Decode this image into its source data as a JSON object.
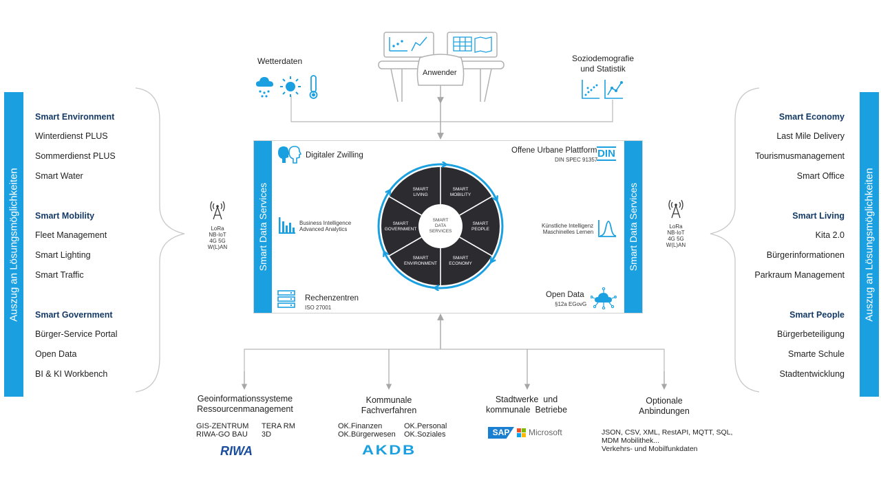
{
  "top": {
    "user_label": "Anwender",
    "weather_label": "Wetterdaten",
    "socio_label": "Soziodemografie\nund Statistik"
  },
  "left_panel": {
    "vertical_label": "Auszug an Lösungsmöglichkeiten",
    "groups": [
      {
        "title": "Smart Environment",
        "items": [
          "Winterdienst PLUS",
          "Sommerdienst PLUS",
          "Smart Water"
        ]
      },
      {
        "title": "Smart Mobility",
        "items": [
          "Fleet Management",
          "Smart Lighting",
          "Smart Traffic"
        ]
      },
      {
        "title": "Smart Government",
        "items": [
          "Bürger-Service Portal",
          "Open Data",
          "BI & KI Workbench"
        ]
      }
    ]
  },
  "right_panel": {
    "vertical_label": "Auszug an Lösungsmöglichkeiten",
    "groups": [
      {
        "title": "Smart Economy",
        "items": [
          "Last Mile Delivery",
          "Tourismusmanagement",
          "Smart Office"
        ]
      },
      {
        "title": "Smart Living",
        "items": [
          "Kita 2.0",
          "Bürgerinformationen",
          "Parkraum Management"
        ]
      },
      {
        "title": "Smart People",
        "items": [
          "Bürgerbeteiligung",
          "Smarte Schule",
          "Stadtentwicklung"
        ]
      }
    ]
  },
  "network": {
    "lines": [
      "LoRa",
      "NB-IoT",
      "4G 5G",
      "W(L)AN"
    ]
  },
  "platform": {
    "bar_label": "Smart Data Services",
    "digital_twin": "Digitaler Zwilling",
    "open_platform": "Offene Urbane Plattform",
    "din_spec": "DIN SPEC 91357",
    "din_logo": "DIN",
    "bi_line1": "Business Intelligence",
    "bi_line2": "Advanced Analytics",
    "ai_line1": "Künstliche Intelligenz",
    "ai_line2": "Maschinelles Lernen",
    "datacenter": "Rechenzentren",
    "iso": "ISO 27001",
    "open_data": "Open Data",
    "egovg": "§12a EGovG"
  },
  "wheel": {
    "center": [
      "SMART",
      "DATA",
      "SERVICES"
    ],
    "segments": [
      [
        "SMART",
        "MOBILITY"
      ],
      [
        "SMART",
        "PEOPLE"
      ],
      [
        "SMART",
        "ECONOMY"
      ],
      [
        "SMART",
        "ENVIRONMENT"
      ],
      [
        "SMART",
        "GOVERNMENT"
      ],
      [
        "SMART",
        "LIVING"
      ]
    ]
  },
  "bottom": {
    "geo": {
      "title": "Geoinformationssysteme\nRessourcenmanagement",
      "col1": [
        "GIS-ZENTRUM",
        "RIWA-GO BAU"
      ],
      "col2": [
        "TERA RM",
        "3D"
      ],
      "logo": "RIWA"
    },
    "komm": {
      "title": "Kommunale\nFachverfahren",
      "col1": [
        "OK.Finanzen",
        "OK.Bürgerwesen"
      ],
      "col2": [
        "OK.Personal",
        "OK.Soziales"
      ],
      "logo": "AKDB"
    },
    "stadt": {
      "title": "Stadtwerke  und\nkommunale  Betriebe",
      "logo1": "SAP",
      "logo2": "Microsoft"
    },
    "opt": {
      "title": "Optionale\nAnbindungen",
      "lines": [
        "JSON, CSV, XML, RestAPI, MQTT, SQL,",
        "MDM Mobilithek...",
        "Verkehrs- und Mobilfunkdaten"
      ]
    }
  },
  "colors": {
    "accent": "#1aa0e0",
    "dark": "#2b2b30",
    "heading": "#153a66"
  }
}
